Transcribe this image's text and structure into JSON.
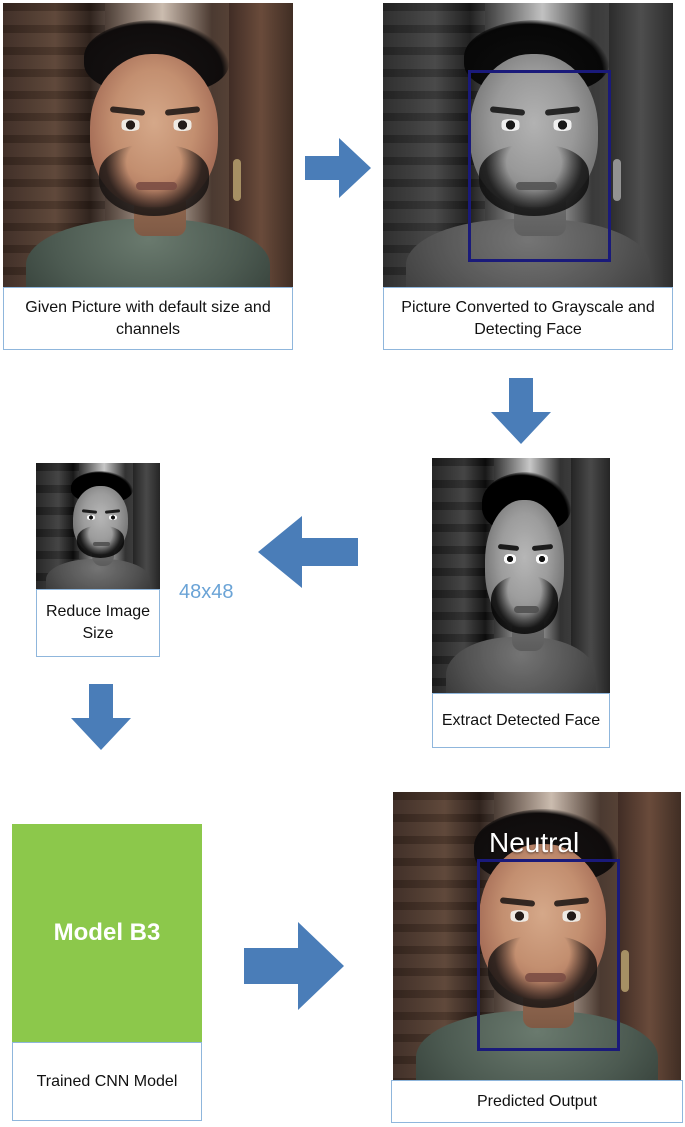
{
  "steps": {
    "input": {
      "caption": "Given Picture with default size and channels"
    },
    "grayscale": {
      "caption": "Picture Converted to Grayscale and Detecting Face"
    },
    "extract": {
      "caption": "Extract Detected Face"
    },
    "reduce": {
      "caption": "Reduce Image Size",
      "size_label": "48x48"
    },
    "model": {
      "block_text": "Model B3",
      "caption": "Trained CNN Model"
    },
    "output": {
      "predicted_emotion": "Neutral",
      "caption": "Predicted Output"
    }
  },
  "colors": {
    "arrow": "#4a7db8",
    "caption_border": "#8fb6dc",
    "detect_box": "#1a1a7a",
    "model_block": "#8cc84b",
    "size_label": "#6aa3d6"
  },
  "icons": {
    "arrow_right": "arrow-right-icon",
    "arrow_down": "arrow-down-icon",
    "arrow_left": "arrow-left-icon"
  }
}
